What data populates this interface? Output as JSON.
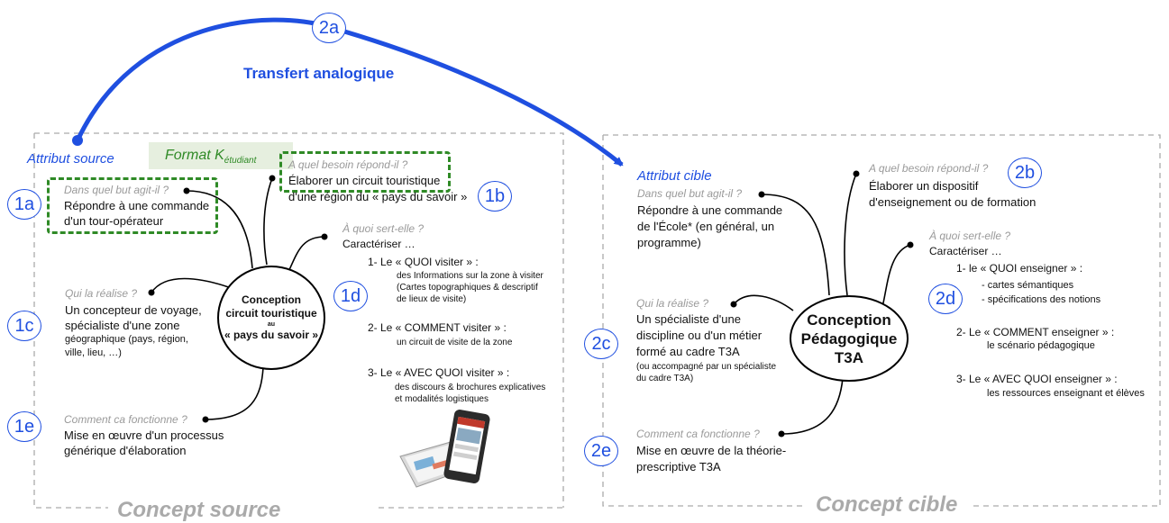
{
  "colors": {
    "accent": "#1f4fe0",
    "green": "#2f8a26",
    "grey": "#aaaaaa"
  },
  "top": {
    "badge": "2a",
    "transfer": "Transfert analogique"
  },
  "source": {
    "attribute": "Attribut source",
    "format": "Format K",
    "format_sub": "étudiant",
    "caption": "Concept source",
    "ellipse": {
      "line1": "Conception",
      "line2": "circuit touristique",
      "line3": "au",
      "line4": "« pays du savoir »"
    },
    "a": {
      "badge": "1a",
      "question": "Dans quel but agit-il ?",
      "text1": "Répondre à une commande",
      "text2": "d'un tour-opérateur"
    },
    "b": {
      "badge": "1b",
      "question": "A quel besoin répond-il ?",
      "text1": "Élaborer un circuit touristique",
      "text2": "d'une région du « pays du savoir »"
    },
    "c": {
      "badge": "1c",
      "question": "Qui la réalise ?",
      "text1": "Un concepteur de voyage,",
      "text2": "spécialiste d'une zone",
      "text3": "géographique (pays, région,",
      "text4": "ville, lieu, …)"
    },
    "d": {
      "badge": "1d",
      "question": "À quoi sert-elle ?",
      "intro": "Caractériser …",
      "i1": "1- Le « QUOI visiter » :",
      "i1s1": "des Informations sur la zone à visiter",
      "i1s2": "(Cartes topographiques & descriptif",
      "i1s3": "de lieux de visite)",
      "i2": "2- Le « COMMENT visiter » :",
      "i2s1": "un circuit de visite de la zone",
      "i3": "3- Le « AVEC QUOI visiter » :",
      "i3s1": "des discours & brochures explicatives",
      "i3s2": "et modalités  logistiques"
    },
    "e": {
      "badge": "1e",
      "question": "Comment ca fonctionne ?",
      "text1": "Mise en œuvre d'un processus",
      "text2": "générique d'élaboration"
    }
  },
  "target": {
    "attribute": "Attribut cible",
    "caption": "Concept cible",
    "ellipse": {
      "line1": "Conception",
      "line2": "Pédagogique",
      "line3": "T3A"
    },
    "a": {
      "question": "Dans quel but agit-il ?",
      "text1": "Répondre à une commande",
      "text2": "de l'École* (en général, un",
      "text3": "programme)"
    },
    "b": {
      "badge": "2b",
      "question": "A quel besoin répond-il ?",
      "text1": "Élaborer un dispositif",
      "text2": "d'enseignement ou de formation"
    },
    "c": {
      "badge": "2c",
      "question": "Qui la réalise ?",
      "text1": "Un spécialiste d'une",
      "text2": "discipline ou d'un métier",
      "text3": "formé au cadre T3A",
      "small1": "(ou accompagné par un spécialiste",
      "small2": "du cadre T3A)"
    },
    "d": {
      "badge": "2d",
      "question": "À quoi sert-elle ?",
      "intro": "Caractériser …",
      "i1": "1- le « QUOI enseigner » :",
      "i1s1": "- cartes sémantiques",
      "i1s2": "- spécifications des notions",
      "i2": "2- Le « COMMENT enseigner » :",
      "i2s1": "le scénario pédagogique",
      "i3": "3- Le « AVEC QUOI enseigner » :",
      "i3s1": "les ressources enseignant et élèves"
    },
    "e": {
      "badge": "2e",
      "question": "Comment ca fonctionne ?",
      "text1": "Mise en œuvre de la théorie-",
      "text2": "prescriptive T3A"
    }
  }
}
